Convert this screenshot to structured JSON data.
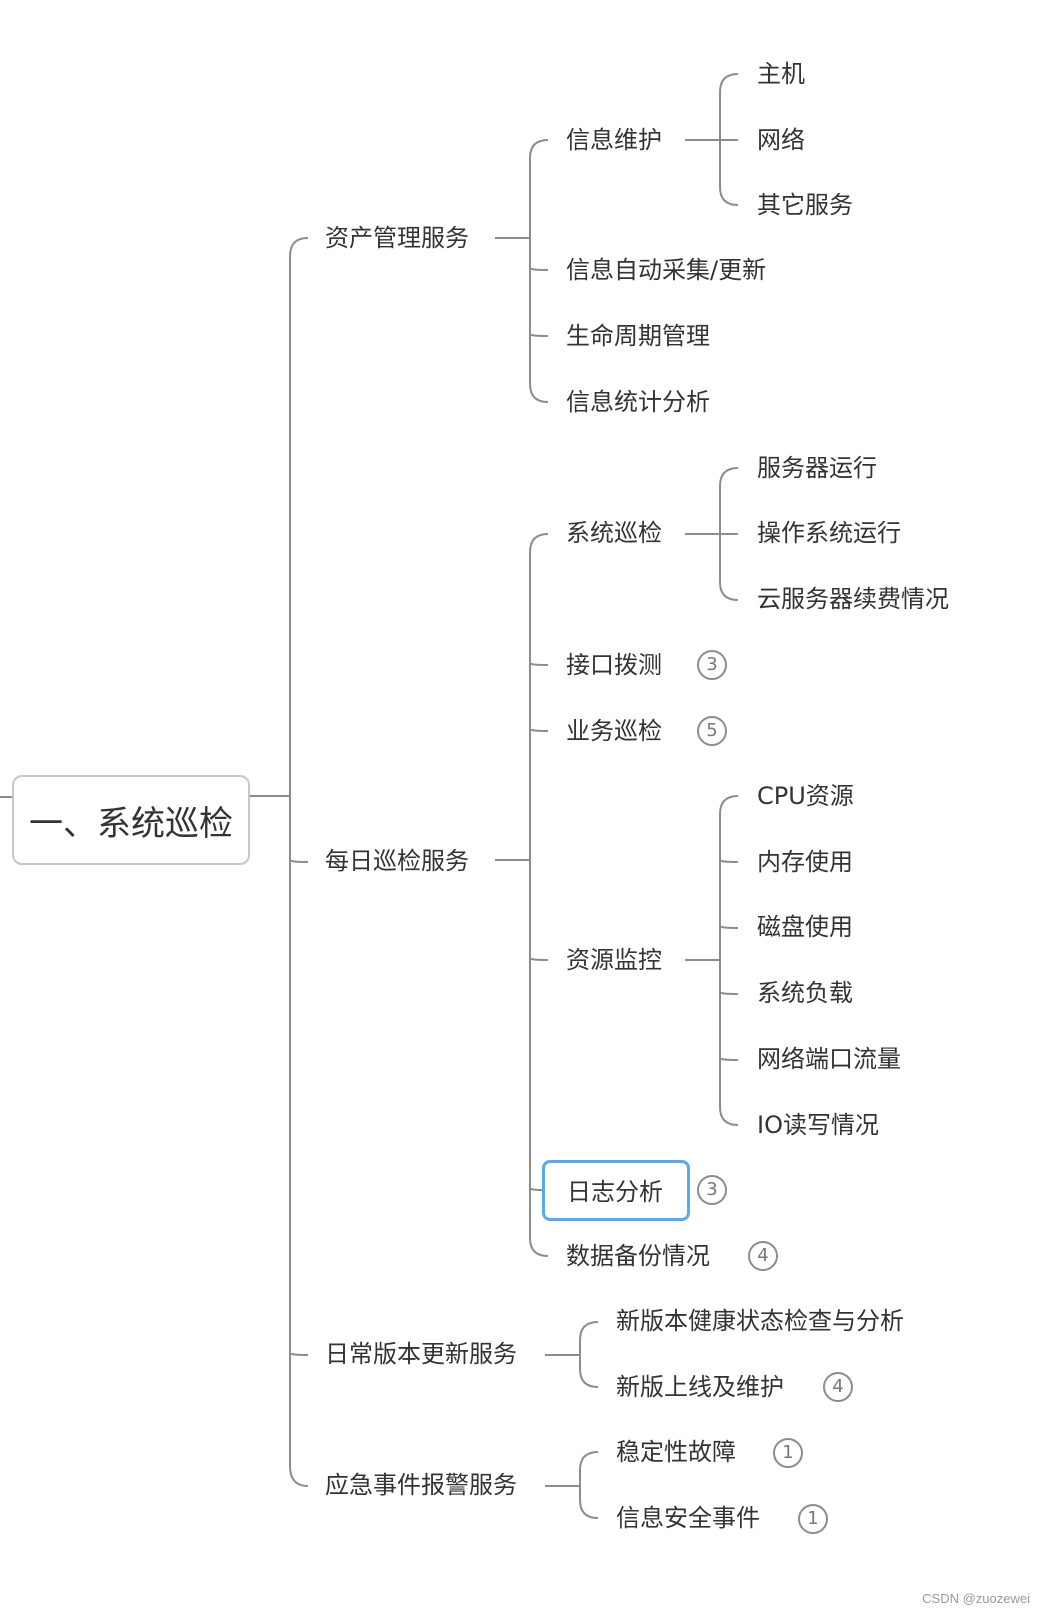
{
  "root": "一、系统巡检",
  "branches": {
    "asset": {
      "label": "资产管理服务",
      "info_maint": {
        "label": "信息维护",
        "children": [
          "主机",
          "网络",
          "其它服务"
        ]
      },
      "children": [
        "信息自动采集/更新",
        "生命周期管理",
        "信息统计分析"
      ]
    },
    "daily": {
      "label": "每日巡检服务",
      "sys_inspect": {
        "label": "系统巡检",
        "children": [
          "服务器运行",
          "操作系统运行",
          "云服务器续费情况"
        ]
      },
      "api_probe": {
        "label": "接口拨测",
        "badge": "3"
      },
      "biz_inspect": {
        "label": "业务巡检",
        "badge": "5"
      },
      "resource": {
        "label": "资源监控",
        "children": [
          "CPU资源",
          "内存使用",
          "磁盘使用",
          "系统负载",
          "网络端口流量",
          "IO读写情况"
        ]
      },
      "log": {
        "label": "日志分析",
        "badge": "3"
      },
      "backup": {
        "label": "数据备份情况",
        "badge": "4"
      }
    },
    "release": {
      "label": "日常版本更新服务",
      "health": {
        "label": "新版本健康状态检查与分析"
      },
      "online": {
        "label": "新版上线及维护",
        "badge": "4"
      }
    },
    "emergency": {
      "label": "应急事件报警服务",
      "fault": {
        "label": "稳定性故障",
        "badge": "1"
      },
      "security": {
        "label": "信息安全事件",
        "badge": "1"
      }
    }
  },
  "watermark": "CSDN @zuozewei",
  "colors": {
    "line": "#8c8c8c",
    "text": "#333333",
    "selection": "#5aa9f0",
    "root_border": "#c8c8c8"
  }
}
